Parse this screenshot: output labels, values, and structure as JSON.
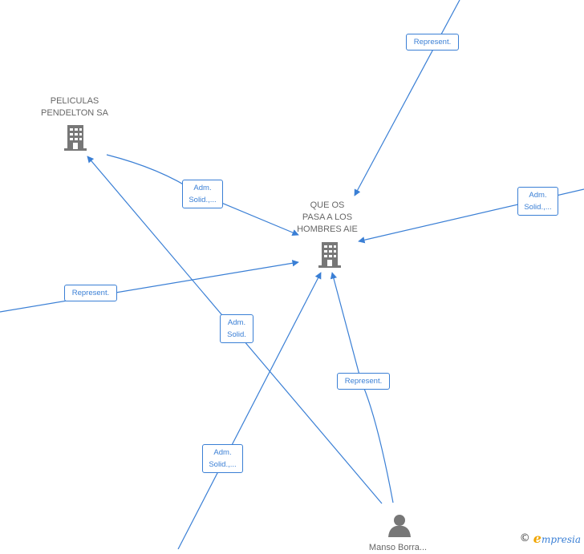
{
  "colors": {
    "edge": "#3a7fd5",
    "node_icon": "#777777",
    "label": "#666666"
  },
  "nodes": {
    "center": {
      "label": "QUE OS\nPASA A LOS\nHOMBRES AIE",
      "icon": "building-icon"
    },
    "peliculas": {
      "label": "PELICULAS\nPENDELTON SA",
      "icon": "building-icon"
    },
    "person": {
      "label": "Manso Borra...",
      "icon": "person-icon"
    }
  },
  "edge_labels": {
    "top": "Represent.",
    "right": "Adm.\nSolid.,...",
    "peliculas": "Adm.\nSolid.,...",
    "left": "Represent.",
    "person_to_peliculas": "Adm.\nSolid.",
    "person_to_center": "Represent.",
    "bottom": "Adm.\nSolid.,..."
  },
  "brand": {
    "copyright": "©",
    "name_first": "e",
    "name_rest": "mpresia"
  }
}
